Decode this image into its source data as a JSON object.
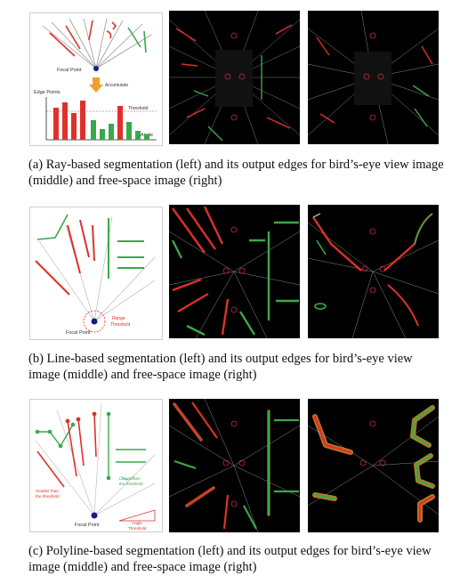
{
  "row_a": {
    "diagram": {
      "focal_point": "Focal Point",
      "accumulate": "Accumulate",
      "edge_points": "Edge Points",
      "threshold": "Threshold",
      "angle": "Angle"
    },
    "caption": "(a) Ray-based segmentation (left) and its output edges for bird’s-eye view image (middle) and free-space image (right)"
  },
  "row_b": {
    "diagram": {
      "focal_point": "Focal Point",
      "range_threshold_1": "Range",
      "range_threshold_2": "Threshold"
    },
    "caption": "(b) Line-based segmentation (left) and its output edges for bird’s-eye view image (middle) and free-space image (right)"
  },
  "row_c": {
    "diagram": {
      "focal_point": "Focal Point",
      "smaller_1": "Smaller than",
      "smaller_2": "the threshold",
      "larger_1": "Larger than",
      "larger_2": "the threshold",
      "angle_threshold_1": "Angle",
      "angle_threshold_2": "Threshold"
    },
    "caption": "(c) Polyline-based segmentation (left) and its output edges for bird’s-eye view image (middle) and free-space image (right)"
  },
  "colors": {
    "red": "#e0302a",
    "green": "#3aa84a",
    "orange": "#f0a030",
    "blue": "#1a1a8a"
  }
}
